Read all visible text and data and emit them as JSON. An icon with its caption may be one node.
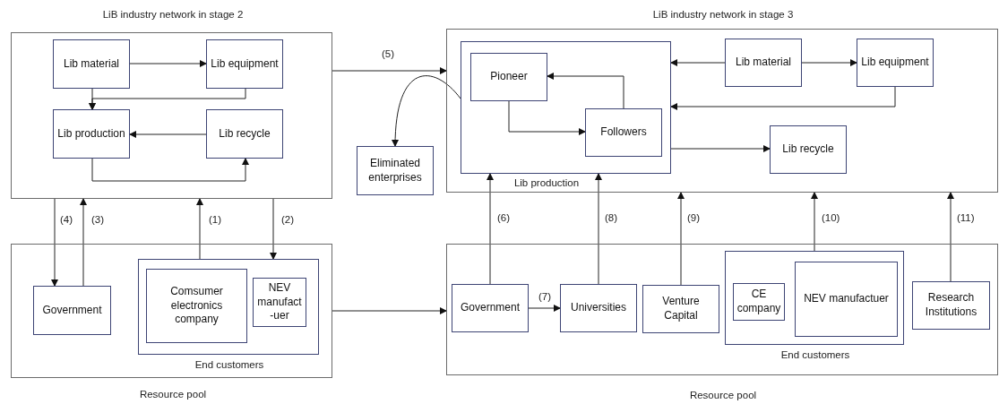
{
  "diagram": {
    "nodes": [
      {
        "text": [
          "LiB industry network in stage 2"
        ]
      },
      {
        "text": [
          "Lib material"
        ],
        "in": 0
      },
      {
        "text": [
          "Lib equipment"
        ],
        "in": 0
      },
      {
        "text": [
          "Lib production"
        ],
        "in": 0
      },
      {
        "text": [
          "Lib recycle"
        ],
        "in": 0
      },
      {
        "text": [
          "Resource pool"
        ]
      },
      {
        "text": [
          "Government"
        ],
        "in": 5
      },
      {
        "text": [
          "End customers"
        ],
        "in": 5
      },
      {
        "text": [
          "Comsumer electronics company"
        ],
        "in": 7
      },
      {
        "text": [
          "NEV manufact -uer"
        ],
        "in": 7
      },
      {
        "text": [
          "Eliminated enterprises"
        ]
      },
      {
        "text": [
          "LiB industry network in stage 3"
        ]
      },
      {
        "text": [
          "Lib production"
        ],
        "in": 11
      },
      {
        "text": [
          "Pioneer"
        ],
        "in": 12
      },
      {
        "text": [
          "Followers"
        ],
        "in": 12
      },
      {
        "text": [
          "Lib material"
        ],
        "in": 11
      },
      {
        "text": [
          "Lib equipment"
        ],
        "in": 11
      },
      {
        "text": [
          "Lib recycle"
        ],
        "in": 11
      },
      {
        "text": [
          "Resource pool"
        ]
      },
      {
        "text": [
          "Government"
        ],
        "in": 18
      },
      {
        "text": [
          "Universities"
        ],
        "in": 18
      },
      {
        "text": [
          "Venture Capital"
        ],
        "in": 18
      },
      {
        "text": [
          "End customers"
        ],
        "in": 18
      },
      {
        "text": [
          "CE company"
        ],
        "in": 22
      },
      {
        "text": [
          "NEV manufactuer"
        ],
        "in": 22
      },
      {
        "text": [
          "Research Institutions"
        ],
        "in": 18
      }
    ],
    "edges": [
      {
        "from": 1,
        "to": 2,
        "arrow": "to"
      },
      {
        "from": 1,
        "to": 3,
        "arrow": "to"
      },
      {
        "from": 2,
        "to": 3,
        "arrow": "to"
      },
      {
        "from": 4,
        "to": 3,
        "arrow": "to"
      },
      {
        "from": 3,
        "to": 4,
        "arrow": "to"
      },
      {
        "from": 0,
        "to": 11,
        "arrow": "to",
        "label": "(5)"
      },
      {
        "from": 0,
        "to": 6,
        "arrow": "to",
        "label": "(4)"
      },
      {
        "from": 6,
        "to": 0,
        "arrow": "to",
        "label": "(3)"
      },
      {
        "from": 7,
        "to": 0,
        "arrow": "to",
        "label": "(1)"
      },
      {
        "from": 0,
        "to": 7,
        "arrow": "to",
        "label": "(2)"
      },
      {
        "from": 5,
        "to": 18,
        "arrow": "to"
      },
      {
        "from": 12,
        "to": 10,
        "arrow": "to"
      },
      {
        "from": 14,
        "to": 13,
        "arrow": "to"
      },
      {
        "from": 13,
        "to": 14,
        "arrow": "to"
      },
      {
        "from": 15,
        "to": 12,
        "arrow": "to"
      },
      {
        "from": 15,
        "to": 16,
        "arrow": "to"
      },
      {
        "from": 16,
        "to": 12,
        "arrow": "to"
      },
      {
        "from": 12,
        "to": 17,
        "arrow": "to"
      },
      {
        "from": 19,
        "to": 12,
        "arrow": "to",
        "label": "(6)"
      },
      {
        "from": 19,
        "to": 20,
        "arrow": "to",
        "label": "(7)"
      },
      {
        "from": 20,
        "to": 12,
        "arrow": "to",
        "label": "(8)"
      },
      {
        "from": 21,
        "to": 11,
        "arrow": "to",
        "label": "(9)"
      },
      {
        "from": 22,
        "to": 11,
        "arrow": "to",
        "label": "(10)"
      },
      {
        "from": 25,
        "to": 11,
        "arrow": "to",
        "label": "(11)"
      }
    ]
  }
}
